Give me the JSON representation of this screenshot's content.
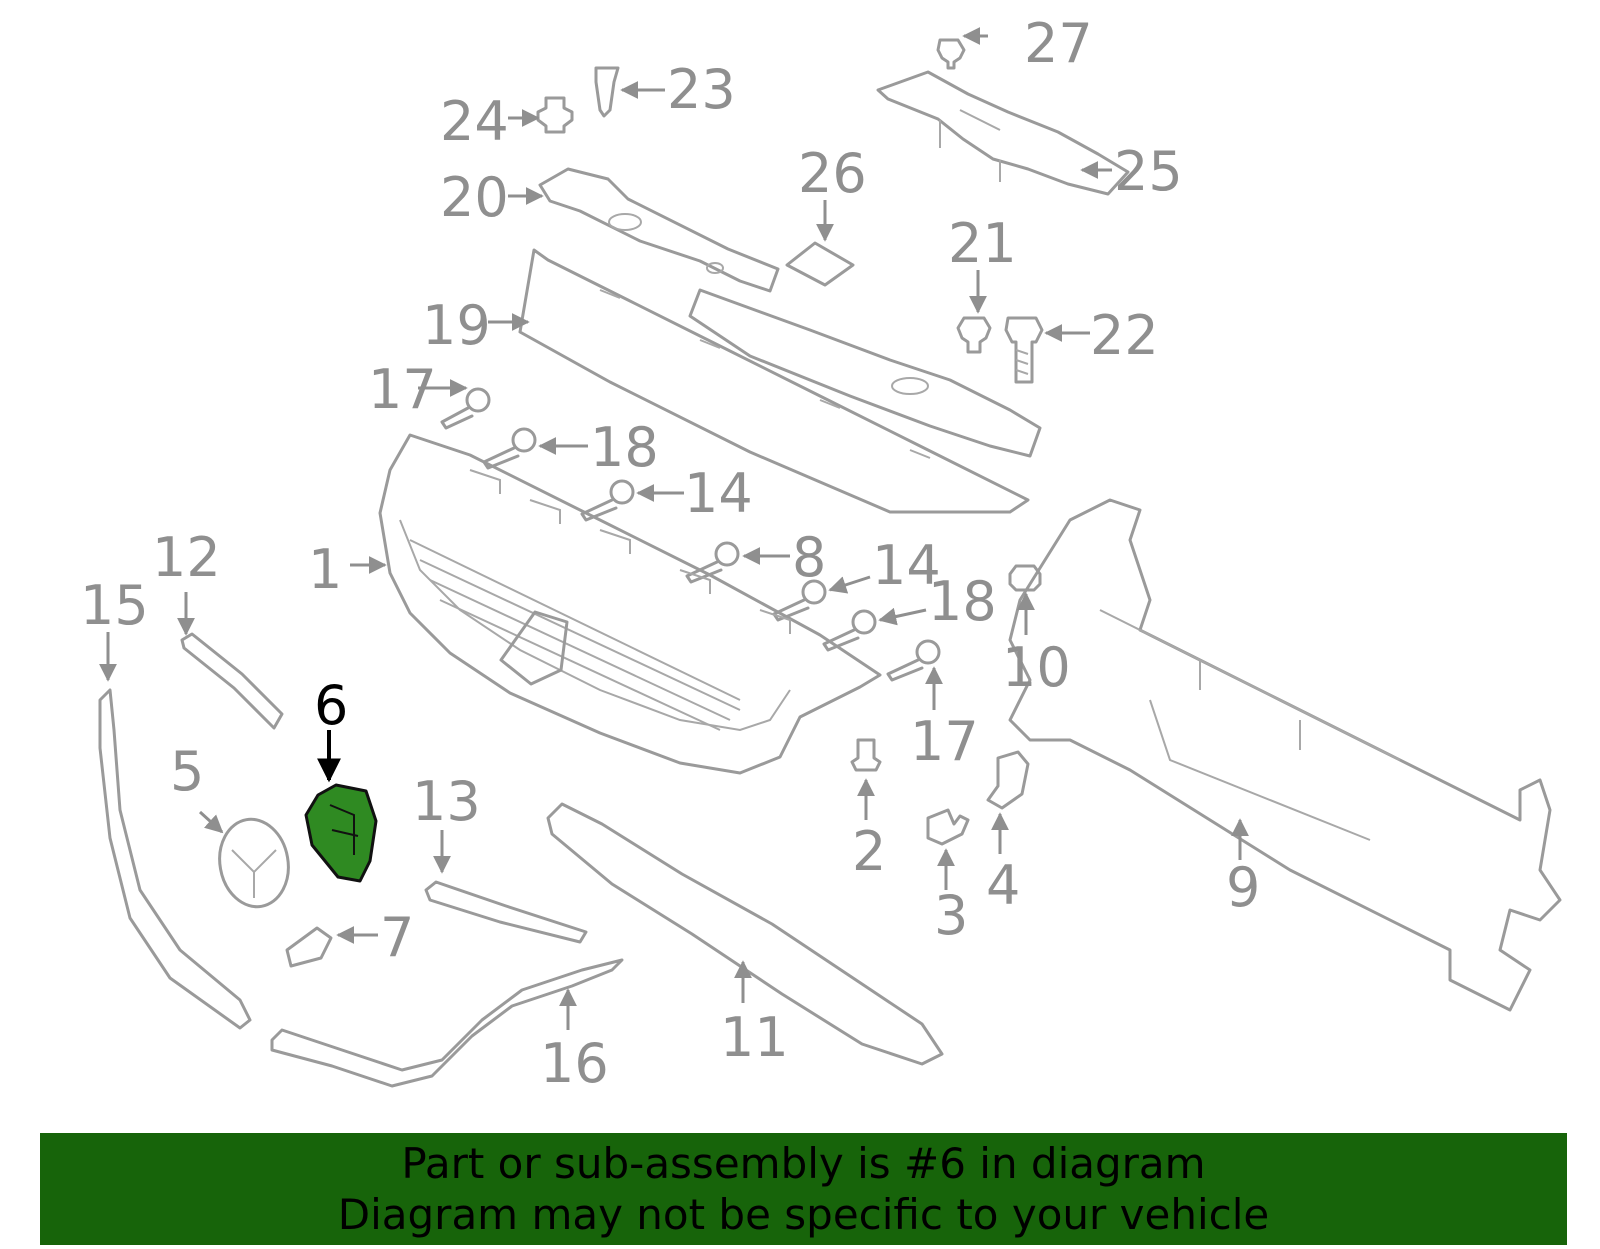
{
  "callouts": [
    {
      "id": "c1",
      "text": "1"
    },
    {
      "id": "c2",
      "text": "2"
    },
    {
      "id": "c3",
      "text": "3"
    },
    {
      "id": "c4",
      "text": "4"
    },
    {
      "id": "c5",
      "text": "5"
    },
    {
      "id": "c6",
      "text": "6",
      "highlighted": true
    },
    {
      "id": "c7",
      "text": "7"
    },
    {
      "id": "c8",
      "text": "8"
    },
    {
      "id": "c9",
      "text": "9"
    },
    {
      "id": "c10",
      "text": "10"
    },
    {
      "id": "c11",
      "text": "11"
    },
    {
      "id": "c12",
      "text": "12"
    },
    {
      "id": "c13",
      "text": "13"
    },
    {
      "id": "c14a",
      "text": "14"
    },
    {
      "id": "c14b",
      "text": "14"
    },
    {
      "id": "c15",
      "text": "15"
    },
    {
      "id": "c16",
      "text": "16"
    },
    {
      "id": "c17a",
      "text": "17"
    },
    {
      "id": "c17b",
      "text": "17"
    },
    {
      "id": "c18a",
      "text": "18"
    },
    {
      "id": "c18b",
      "text": "18"
    },
    {
      "id": "c19",
      "text": "19"
    },
    {
      "id": "c20",
      "text": "20"
    },
    {
      "id": "c21",
      "text": "21"
    },
    {
      "id": "c22",
      "text": "22"
    },
    {
      "id": "c23",
      "text": "23"
    },
    {
      "id": "c24",
      "text": "24"
    },
    {
      "id": "c25",
      "text": "25"
    },
    {
      "id": "c26",
      "text": "26"
    },
    {
      "id": "c27",
      "text": "27"
    }
  ],
  "banner": {
    "line1": "Part or sub-assembly is #6 in diagram",
    "line2": "Diagram may not be specific to your vehicle"
  },
  "colors": {
    "banner_bg": "#17640a",
    "highlight_part": "#2f8a22",
    "line_art": "#9a9a9a"
  }
}
